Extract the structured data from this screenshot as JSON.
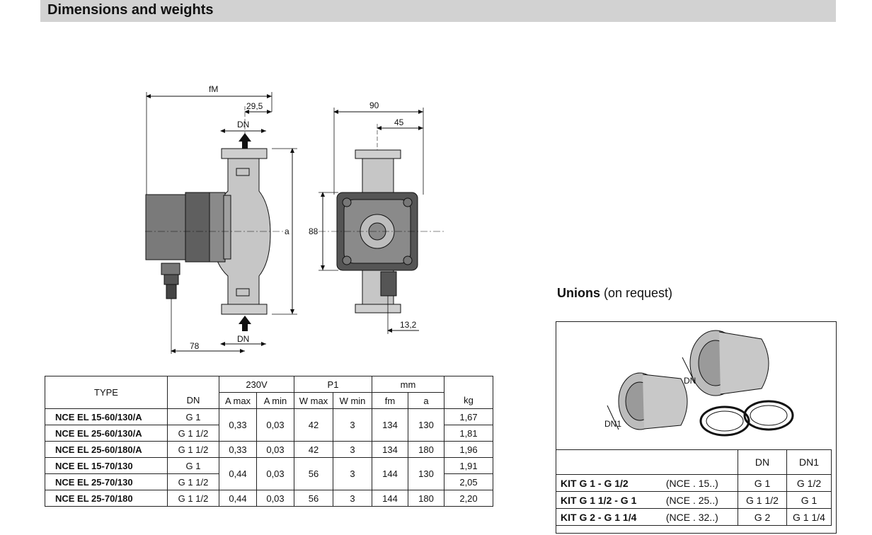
{
  "header": {
    "title": "Dimensions and weights"
  },
  "drawing": {
    "labels": {
      "fm": "fM",
      "dim_29_5": "29,5",
      "dn_top": "DN",
      "dn_bottom": "DN",
      "dim_78": "78",
      "dim_a": "a",
      "dim_90": "90",
      "dim_45": "45",
      "dim_88": "88",
      "dim_13_2": "13,2"
    }
  },
  "dimensions_table": {
    "header": {
      "type": "TYPE",
      "voltage": "230V",
      "p1": "P1",
      "mm": "mm",
      "dn": "DN",
      "a_max": "A max",
      "a_min": "A min",
      "w_max": "W max",
      "w_min": "W min",
      "fm": "fm",
      "a": "a",
      "kg": "kg"
    },
    "rows": [
      {
        "type": "NCE EL 15-60/130/A",
        "dn": "G 1",
        "a_max": "0,33",
        "a_min": "0,03",
        "w_max": "42",
        "w_min": "3",
        "fm": "134",
        "a": "130",
        "kg": "1,67"
      },
      {
        "type": "NCE EL 25-60/130/A",
        "dn": "G 1 1/2",
        "kg": "1,81"
      },
      {
        "type": "NCE EL 25-60/180/A",
        "dn": "G 1 1/2",
        "a_max": "0,33",
        "a_min": "0,03",
        "w_max": "42",
        "w_min": "3",
        "fm": "134",
        "a": "180",
        "kg": "1,96"
      },
      {
        "type": "NCE EL 15-70/130",
        "dn": "G 1",
        "a_max": "0,44",
        "a_min": "0,03",
        "w_max": "56",
        "w_min": "3",
        "fm": "144",
        "a": "130",
        "kg": "1,91"
      },
      {
        "type": "NCE EL 25-70/130",
        "dn": "G 1 1/2",
        "kg": "2,05"
      },
      {
        "type": "NCE EL 25-70/180",
        "dn": "G 1 1/2",
        "a_max": "0,44",
        "a_min": "0,03",
        "w_max": "56",
        "w_min": "3",
        "fm": "144",
        "a": "180",
        "kg": "2,20"
      }
    ]
  },
  "unions": {
    "title_bold": "Unions",
    "title_rest": " (on request)",
    "image_labels": {
      "dn": "DN",
      "dn1": "DN1"
    },
    "table": {
      "header": {
        "dn": "DN",
        "dn1": "DN1"
      },
      "rows": [
        {
          "kit": "KIT G 1  -  G 1/2",
          "model": "(NCE . 15..)",
          "dn": "G 1",
          "dn1": "G 1/2"
        },
        {
          "kit": "KIT G 1 1/2 - G 1",
          "model": "(NCE . 25..)",
          "dn": "G 1 1/2",
          "dn1": "G 1"
        },
        {
          "kit": "KIT G 2 - G 1 1/4",
          "model": "(NCE . 32..)",
          "dn": "G 2",
          "dn1": "G 1 1/4"
        }
      ]
    }
  }
}
